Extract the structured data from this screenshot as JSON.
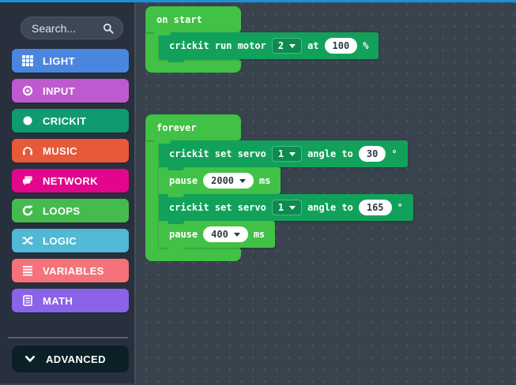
{
  "header": {
    "divider_color": "#1e8fd5"
  },
  "sidebar": {
    "search": {
      "placeholder": "Search...",
      "icon": "search"
    },
    "categories": [
      {
        "label": "LIGHT",
        "icon": "grid",
        "color": "#4a86e0"
      },
      {
        "label": "INPUT",
        "icon": "circle-dot",
        "color": "#bf59cf"
      },
      {
        "label": "CRICKIT",
        "icon": "circle",
        "color": "#0f9b6f"
      },
      {
        "label": "MUSIC",
        "icon": "headphones",
        "color": "#e8593a"
      },
      {
        "label": "NETWORK",
        "icon": "chat",
        "color": "#e2068c"
      },
      {
        "label": "LOOPS",
        "icon": "refresh",
        "color": "#46bb4d"
      },
      {
        "label": "LOGIC",
        "icon": "shuffle",
        "color": "#51b8d6"
      },
      {
        "label": "VARIABLES",
        "icon": "list",
        "color": "#f4737b"
      },
      {
        "label": "MATH",
        "icon": "calculator",
        "color": "#8a63e8"
      }
    ],
    "advanced": {
      "label": "ADVANCED",
      "icon": "chevron-down"
    }
  },
  "canvas": {
    "colors": {
      "loops_green": "#41c146",
      "crickit_teal": "#12a15b"
    },
    "on_start_label": "on start",
    "run_motor": {
      "text1": "crickit run motor",
      "motor": "2",
      "text2": "at",
      "value": "100",
      "unit": "%"
    },
    "forever_label": "forever",
    "servo_a": {
      "text1": "crickit set servo",
      "servo": "1",
      "text2": "angle to",
      "value": "30",
      "unit": "°"
    },
    "pause_a": {
      "text1": "pause",
      "value": "2000",
      "unit": "ms"
    },
    "servo_b": {
      "text1": "crickit set servo",
      "servo": "1",
      "text2": "angle to",
      "value": "165",
      "unit": "°"
    },
    "pause_b": {
      "text1": "pause",
      "value": "400",
      "unit": "ms"
    }
  }
}
